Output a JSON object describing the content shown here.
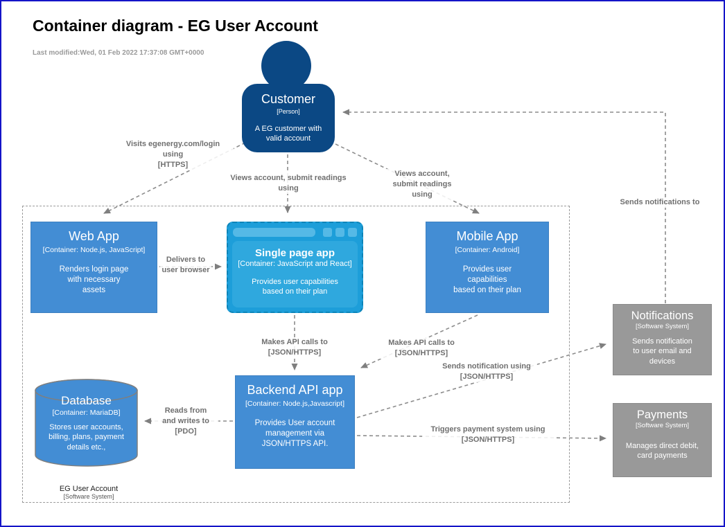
{
  "page": {
    "title": "Container diagram - EG User Account",
    "last_modified": "Last modified:Wed, 01 Feb 2022 17:37:08 GMT+0000"
  },
  "boundary": {
    "name": "EG User Account",
    "type": "[Software System]"
  },
  "nodes": {
    "customer": {
      "title": "Customer",
      "subtitle": "[Person]",
      "description": "A EG customer with\nvalid account"
    },
    "web_app": {
      "title": "Web App",
      "subtitle": "[Container: Node.js, JavaScript]",
      "description": "Renders login page\nwith necessary\nassets"
    },
    "single_page_app": {
      "title": "Single page app",
      "subtitle": "[Container: JavaScript and React]",
      "description": "Provides user capabilities\nbased on their plan"
    },
    "mobile_app": {
      "title": "Mobile App",
      "subtitle": "[Container: Android]",
      "description": "Provides user\ncapabilities\nbased on their plan"
    },
    "backend_api": {
      "title": "Backend API app",
      "subtitle": "[Container: Node.js,Javascript]",
      "description": "Provides User account\nmanagement via\nJSON/HTTPS API."
    },
    "database": {
      "title": "Database",
      "subtitle": "[Container: MariaDB]",
      "description": "Stores user accounts,\nbilling, plans, payment\ndetails etc.,"
    },
    "notifications": {
      "title": "Notifications",
      "subtitle": "[Software System]",
      "description": "Sends notification\nto user email and\ndevices"
    },
    "payments": {
      "title": "Payments",
      "subtitle": "[Software System]",
      "description": "Manages direct debit,\ncard payments"
    }
  },
  "edges": {
    "customer_to_web_app": "Visits egenergy.com/login\nusing\n[HTTPS]",
    "customer_to_spa": "Views account, submit readings\nusing",
    "customer_to_mobile_app": "Views account,\nsubmit readings\nusing",
    "notifications_to_customer": "Sends notifications to",
    "web_app_to_spa": "Delivers to\nuser browser",
    "spa_to_backend": "Makes API calls to\n[JSON/HTTPS]",
    "mobile_to_backend": "Makes API calls to\n[JSON/HTTPS]",
    "backend_to_notifications": "Sends notification using\n[JSON/HTTPS]",
    "backend_to_database": "Reads from\nand writes to\n[PDO]",
    "backend_to_payments": "Triggers payment system using\n[JSON/HTTPS]"
  },
  "colors": {
    "person_fill": "#0b4884",
    "container_fill": "#438dd4",
    "spa_fill": "#1d9ed9",
    "external_fill": "#999999",
    "edge_stroke": "#8c8c8c",
    "page_border": "#1414c8"
  }
}
